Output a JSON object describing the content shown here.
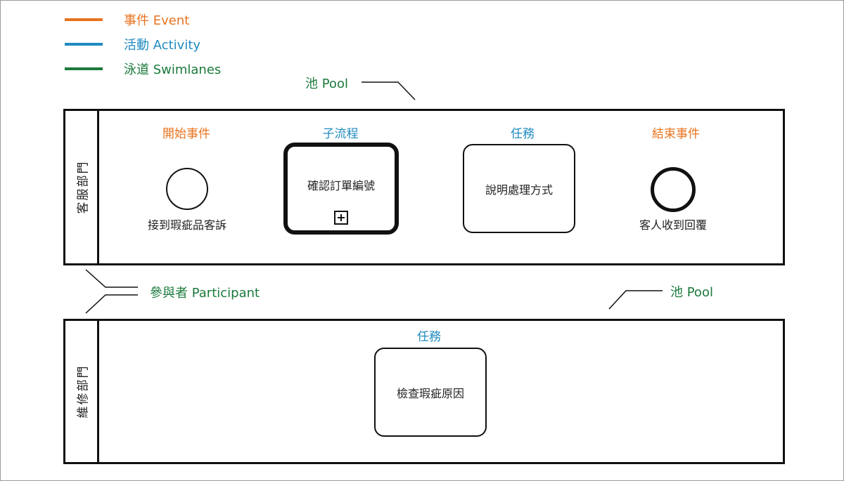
{
  "colors": {
    "event": "#e8731e",
    "activity": "#1f8bc0",
    "swimlane": "#1b7a3c",
    "border": "#111111"
  },
  "legend": [
    {
      "label": "事件 Event",
      "color": "#e8731e"
    },
    {
      "label": "活動 Activity",
      "color": "#1f8bc0"
    },
    {
      "label": "泳道 Swimlanes",
      "color": "#1b7a3c"
    }
  ],
  "annotations": {
    "pool_top": "池 Pool",
    "pool_bottom": "池 Pool",
    "participant": "參與者 Participant"
  },
  "lanes": {
    "top": {
      "name": "客服部門",
      "start_event": {
        "type_label": "開始事件",
        "caption": "接到瑕疵品客訴"
      },
      "subprocess": {
        "type_label": "子流程",
        "text": "確認訂單編號"
      },
      "task": {
        "type_label": "任務",
        "text": "說明處理方式"
      },
      "end_event": {
        "type_label": "結束事件",
        "caption": "客人收到回覆"
      }
    },
    "bottom": {
      "name": "維修部門",
      "task": {
        "type_label": "任務",
        "text": "檢查瑕疵原因"
      }
    }
  }
}
